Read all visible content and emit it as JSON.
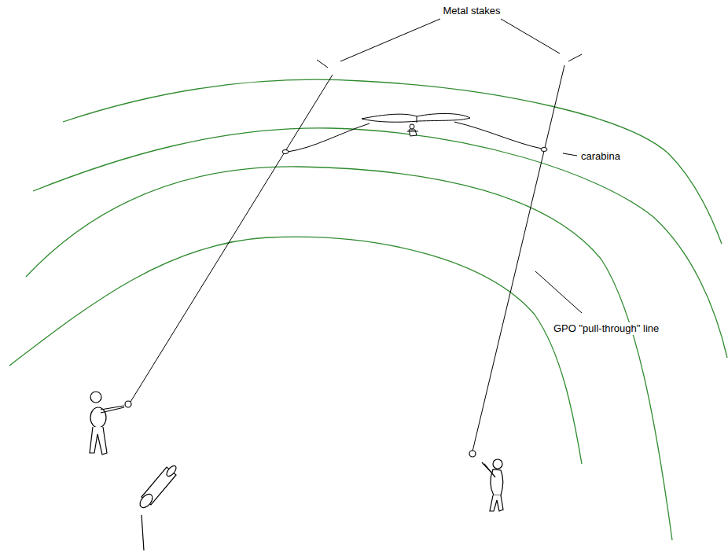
{
  "diagram": {
    "labels": [
      "Metal stakes",
      "carabina",
      "GPO \"pull-through\" line"
    ]
  }
}
